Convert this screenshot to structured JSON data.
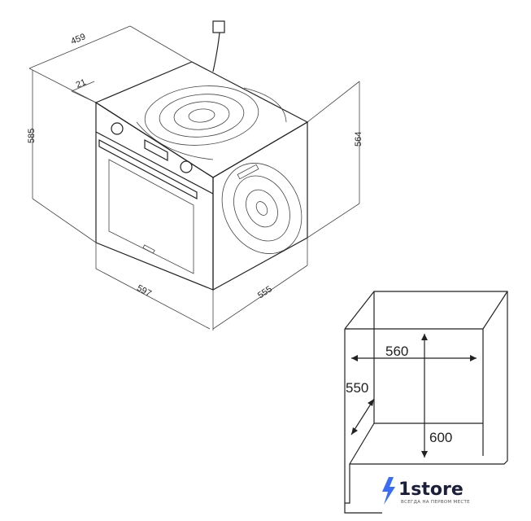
{
  "oven_dimensions": {
    "depth_total": "459",
    "door_offset": "21",
    "height_total": "585",
    "height_body": "564",
    "width_front": "597",
    "width_body": "555"
  },
  "niche_dimensions": {
    "width": "560",
    "depth": "550",
    "height": "600"
  },
  "brand": {
    "name": "1store",
    "tagline": "ВСЕГДА НА ПЕРВОМ МЕСТЕ"
  },
  "colors": {
    "line": "#222222",
    "logo_bolt": "#3b6cf6",
    "logo_text": "#1b1f3b"
  }
}
